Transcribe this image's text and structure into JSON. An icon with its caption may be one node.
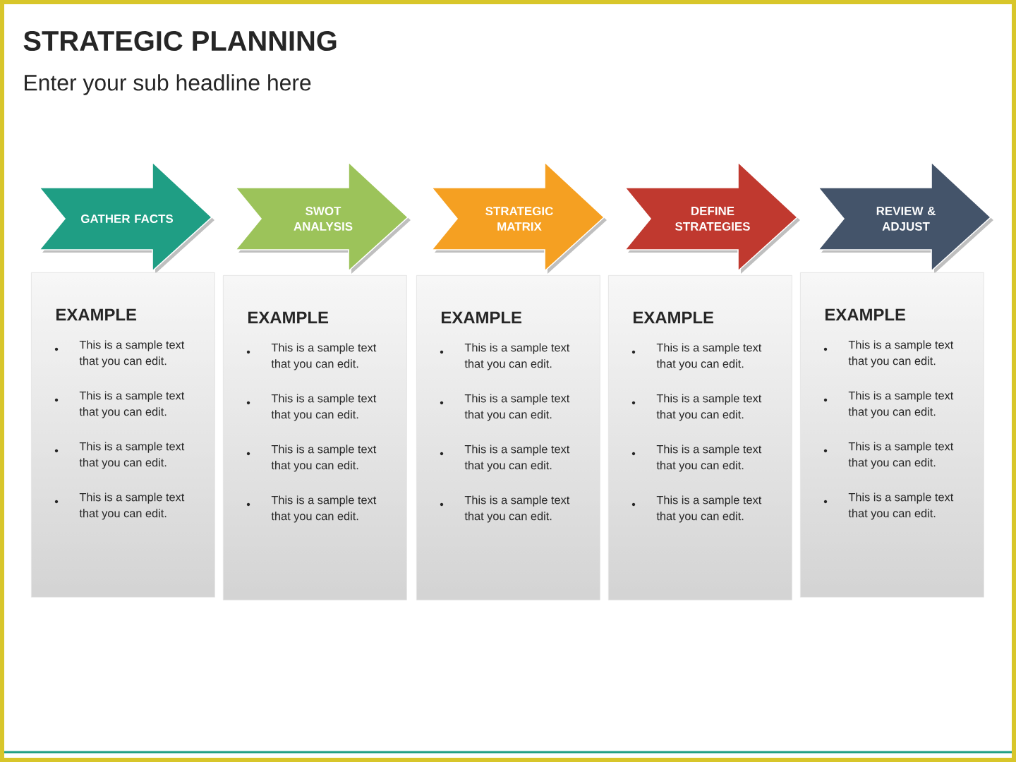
{
  "diagram": {
    "title": "STRATEGIC PLANNING",
    "nodes": [
      {
        "text": [
          "GATHER FACTS"
        ]
      },
      {
        "text": [
          "SWOT ANALYSIS"
        ]
      },
      {
        "text": [
          "STRATEGIC MATRIX"
        ]
      },
      {
        "text": [
          "DEFINE STRATEGIES"
        ]
      },
      {
        "text": [
          "REVIEW & ADJUST"
        ]
      },
      {
        "text": [
          "EXAMPLE",
          "This is a sample text that you can edit.",
          "This is a sample text that you can edit.",
          "This is a sample text that you can edit.",
          "This is a sample text that you can edit."
        ]
      },
      {
        "text": [
          "EXAMPLE",
          "This is a sample text that you can edit.",
          "This is a sample text that you can edit.",
          "This is a sample text that you can edit.",
          "This is a sample text that you can edit."
        ]
      },
      {
        "text": [
          "EXAMPLE",
          "This is a sample text that you can edit.",
          "This is a sample text that you can edit.",
          "This is a sample text that you can edit.",
          "This is a sample text that you can edit."
        ]
      },
      {
        "text": [
          "EXAMPLE",
          "This is a sample text that you can edit.",
          "This is a sample text that you can edit.",
          "This is a sample text that you can edit.",
          "This is a sample text that you can edit."
        ]
      },
      {
        "text": [
          "EXAMPLE",
          "This is a sample text that you can edit.",
          "This is a sample text that you can edit.",
          "This is a sample text that you can edit.",
          "This is a sample text that you can edit."
        ]
      }
    ],
    "edges": [],
    "labels": [
      "Enter your sub headline here"
    ]
  }
}
